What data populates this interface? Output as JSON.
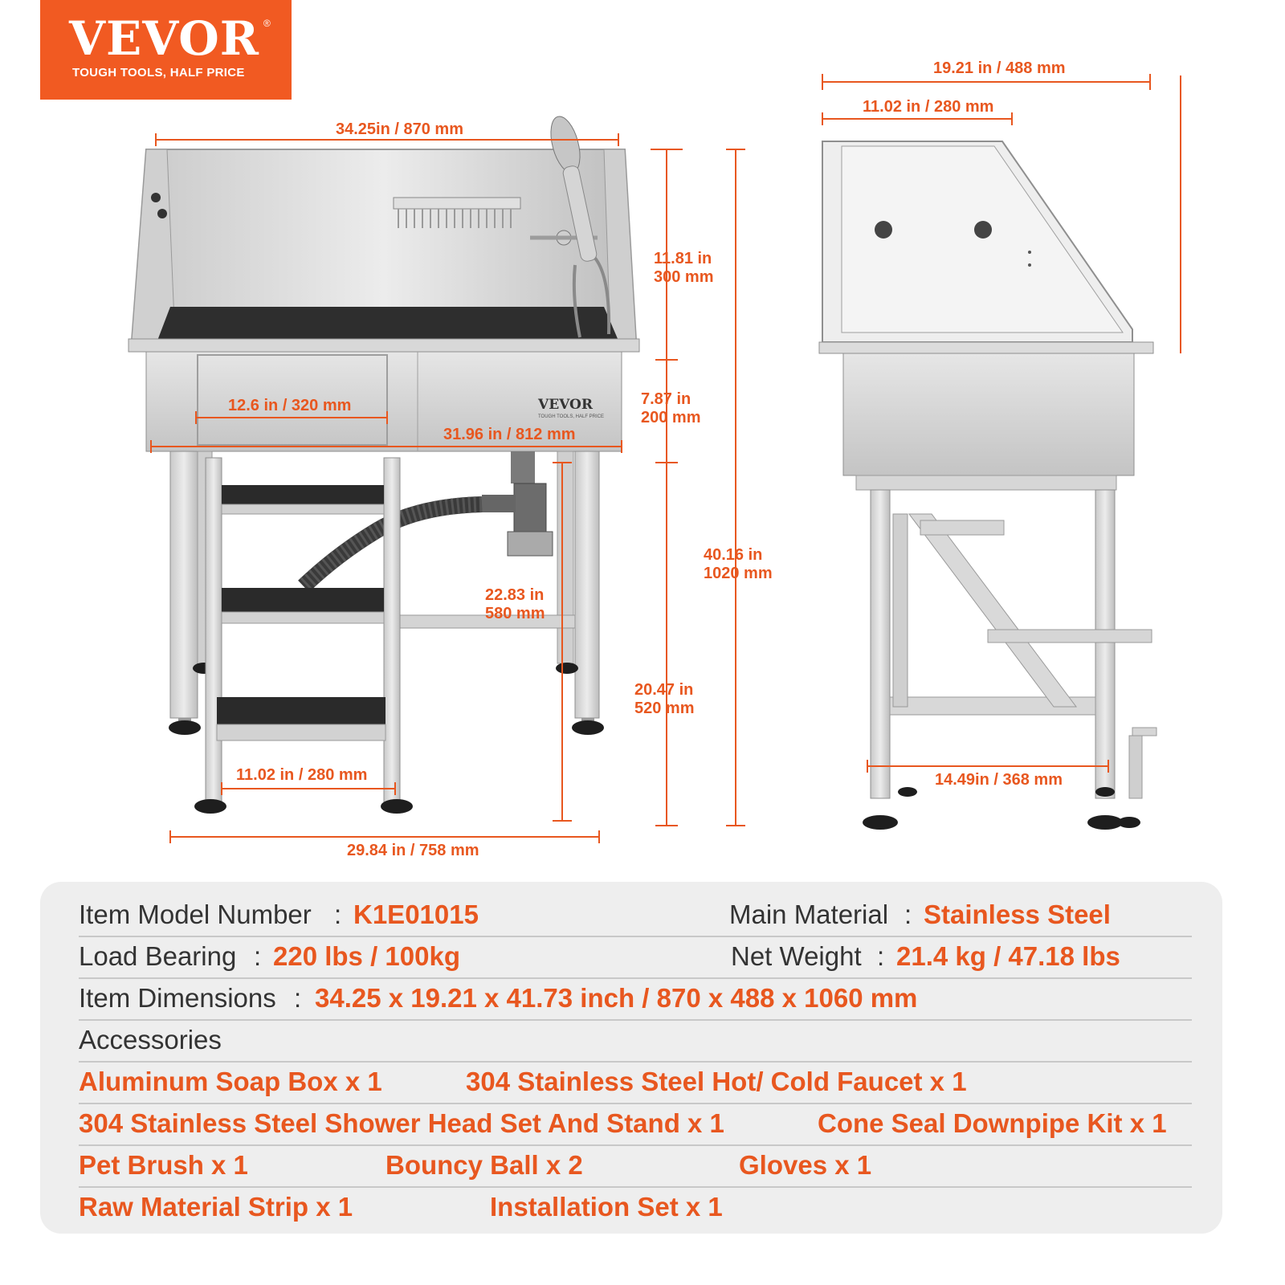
{
  "brand": {
    "name": "VEVOR",
    "registered": "®",
    "tagline": "TOUGH TOOLS, HALF PRICE",
    "product_badge": "VEVOR",
    "product_badge_small": "TOUGH TOOLS, HALF PRICE"
  },
  "front_view": {
    "width_top": "34.25in / 870 mm",
    "back_height_in": "11.81 in",
    "back_height_mm": "300 mm",
    "tub_depth_in": "7.87 in",
    "tub_depth_mm": "200 mm",
    "total_height_in": "40.16 in",
    "total_height_mm": "1020 mm",
    "door_width": "12.6 in / 320 mm",
    "inner_width": "31.96 in / 812 mm",
    "drain_height_in": "22.83 in",
    "drain_height_mm": "580 mm",
    "leg_height_in": "20.47 in",
    "leg_height_mm": "520 mm",
    "step_width": "11.02 in / 280 mm",
    "base_width": "29.84 in / 758 mm"
  },
  "side_view": {
    "depth_top": "19.21 in / 488 mm",
    "inner_depth": "11.02 in / 280 mm",
    "base_depth": "14.49in / 368 mm"
  },
  "specs": {
    "model_label": "Item Model Number",
    "model_value": "K1E01015",
    "material_label": "Main Material",
    "material_value": "Stainless Steel",
    "load_label": "Load Bearing",
    "load_value": "220 lbs / 100kg",
    "weight_label": "Net Weight",
    "weight_value": "21.4 kg / 47.18 lbs",
    "dims_label": "Item Dimensions",
    "dims_value": "34.25 x 19.21 x 41.73 inch / 870 x 488 x 1060 mm",
    "separator": ":",
    "accessories_label": "Accessories",
    "accessories": [
      "Aluminum Soap Box x 1",
      "304 Stainless Steel Hot/ Cold Faucet x 1",
      "304 Stainless Steel Shower Head Set And Stand  x 1",
      "Cone Seal Downpipe Kit x 1",
      "Pet Brush x 1",
      "Bouncy Ball x 2",
      "Gloves x 1",
      "Raw Material Strip x 1",
      "Installation Set x 1"
    ]
  }
}
